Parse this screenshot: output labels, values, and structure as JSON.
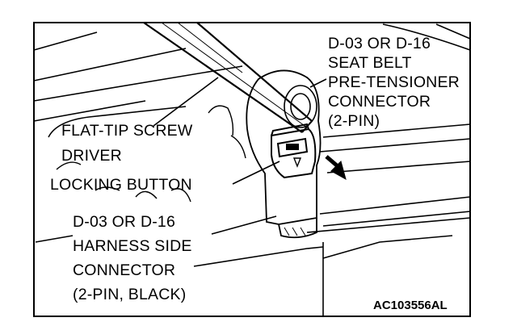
{
  "labels": {
    "pretensioner_connector": [
      "D-03 OR D-16",
      "SEAT BELT",
      "PRE-TENSIONER",
      "CONNECTOR",
      "(2-PIN)"
    ],
    "screwdriver": [
      "FLAT-TIP SCREW",
      "DRIVER"
    ],
    "locking_button": "LOCKING BUTTON",
    "harness_connector": [
      "D-03 OR D-16",
      "HARNESS SIDE",
      "CONNECTOR",
      "(2-PIN, BLACK)"
    ]
  },
  "figure_code": "AC103556AL"
}
